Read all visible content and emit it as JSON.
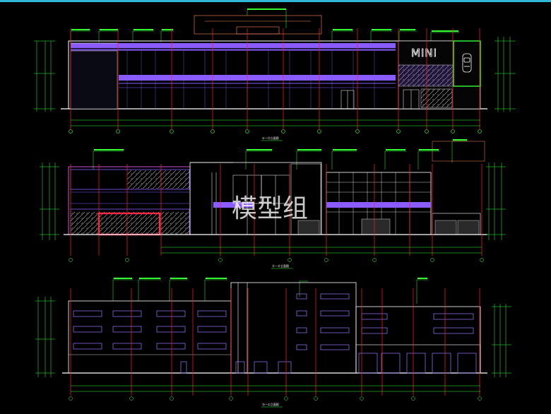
{
  "watermark": "模型组",
  "brand_sign": "MINI",
  "elevations": [
    {
      "title": "①—⑫立面图"
    },
    {
      "title": "Ⓐ—Ⓚ立面图"
    },
    {
      "title": "⑫—①立面图"
    }
  ],
  "colors": {
    "background": "#000000",
    "wall": "#ffffff",
    "glass": "#8a5cff",
    "axis": "#ff2020",
    "dimension": "#33ff33",
    "highlight": "#ff2a4a",
    "header_line": "#2fb8d8"
  },
  "icons": [
    "car-icon",
    "diagonal-hatch-pattern"
  ]
}
